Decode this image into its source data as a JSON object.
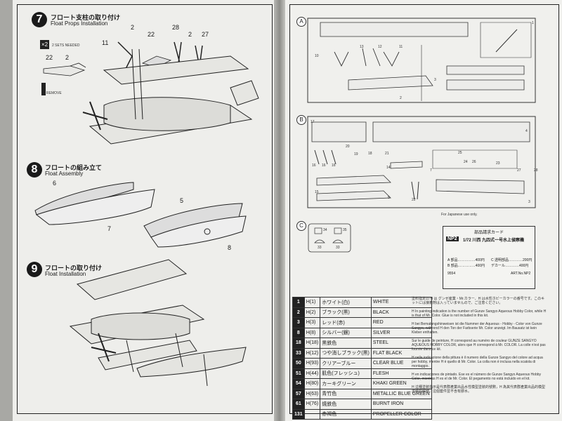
{
  "steps": [
    {
      "number": "7",
      "title_jp": "フロート支柱の取り付け",
      "title_en": "Float Props Installation"
    },
    {
      "number": "8",
      "title_jp": "フロートの組み立て",
      "title_en": "Float Assembly"
    },
    {
      "number": "9",
      "title_jp": "フロートの取り付け",
      "title_en": "Float Installation"
    }
  ],
  "step7": {
    "parts": [
      "11",
      "2",
      "22",
      "28",
      "2",
      "27"
    ],
    "inset_count": "×2",
    "inset_parts": [
      "22",
      "2"
    ],
    "inset_note": "2 SETS NEEDED",
    "remove_note": "REMOVE"
  },
  "step8": {
    "parts": [
      "6",
      "7",
      "5",
      "8"
    ]
  },
  "sprues": [
    {
      "letter": "A",
      "parts": [
        "1",
        "13",
        "12",
        "11",
        "10",
        "3",
        "2"
      ]
    },
    {
      "letter": "B",
      "parts": [
        "17",
        "4",
        "20",
        "19",
        "18",
        "21",
        "16",
        "16",
        "16",
        "14",
        "15",
        "5",
        "25",
        "24",
        "26",
        "23",
        "27",
        "28",
        "22",
        "7",
        "3"
      ]
    },
    {
      "letter": "C",
      "parts": [
        "34",
        "35",
        "33",
        "33"
      ]
    }
  ],
  "order_card": {
    "for_japanese": "For Japanese use only.",
    "title": "部品請求カード",
    "kit_code": "NP2",
    "kit_name": "1/72 川西 九四式一号水上偵察機",
    "part_a": "A 部品……………400円",
    "part_b": "B 部品……………400円",
    "part_c": "C 透明部品…………200円",
    "decal": "デカール…………400円",
    "code": "9554",
    "art_no": "ART.No.NP2"
  },
  "paint_table": [
    {
      "num": "1",
      "code": "H(1)",
      "jp": "ホワイト(白)",
      "en": "WHITE"
    },
    {
      "num": "2",
      "code": "H(2)",
      "jp": "ブラック(黒)",
      "en": "BLACK"
    },
    {
      "num": "3",
      "code": "H(3)",
      "jp": "レッド(赤)",
      "en": "RED"
    },
    {
      "num": "8",
      "code": "H(8)",
      "jp": "シルバー(銀)",
      "en": "SILVER"
    },
    {
      "num": "18",
      "code": "H(18)",
      "jp": "黒鉄色",
      "en": "STEEL"
    },
    {
      "num": "33",
      "code": "H(12)",
      "jp": "つや消しブラック(黒)",
      "en": "FLAT BLACK"
    },
    {
      "num": "50",
      "code": "H(93)",
      "jp": "クリアーブルー",
      "en": "CLEAR BLUE"
    },
    {
      "num": "51",
      "code": "H(44)",
      "jp": "肌色(フレッシュ)",
      "en": "FLESH"
    },
    {
      "num": "54",
      "code": "H(80)",
      "jp": "カーキグリーン",
      "en": "KHAKI GREEN"
    },
    {
      "num": "57",
      "code": "H(63)",
      "jp": "青竹色",
      "en": "METALLIC BLUE GREEN"
    },
    {
      "num": "61",
      "code": "H(76)",
      "jp": "焼鉄色",
      "en": "BURNT IRON"
    },
    {
      "num": "131",
      "code": "",
      "jp": "赤褐色",
      "en": "PROPELLER COLOR"
    }
  ],
  "notes": [
    "塗料指定の H は グンゼ産業・Mr.カラー、H は水性ホビーカラーの番号です。このキットには接着剤は入っていませんので、ご注意ください。",
    "H In painting indication is the number of Gunze Sangyo Aqueous Hobby Color, while H is that of Mr. Color. Glue is not included in this kit.",
    "H bei Bemalungshinweisen ist die Nummer der Aqueous - Hobby - Color von Gunze Sangyo, während H den Ton der Farbserie Mr. Color anzeigt. Im Bausatz ist kein Kleber enthalten.",
    "Sur le guide de peinture, H correspond au numéro de couleur GUNZE SANGYO AQUEOUS HOBBY COLOR, alors que H correspond à Mr. COLOR. La colle n'est pas fournie dans ce kit.",
    "H nelle indicazione della pittura è il numero della Gunze Sangyo del colore ad acqua per hobby, mentre H è quello di Mr. Color. La colla non è inclusa nella scatola di montaggio.",
    "H en indicaciones de pintado. Ese es el número de Gunze Sangyo Aqueous Hobby Color, mientras H es el de Mr. Color. El pegamento no está incluido en el kit.",
    "H 這種塗裝指示是代表群產業出品水性模型塗裝的號數，H 為其代表群產業出品的模型塗裝的編號。這個套件並不含有膠水。"
  ]
}
